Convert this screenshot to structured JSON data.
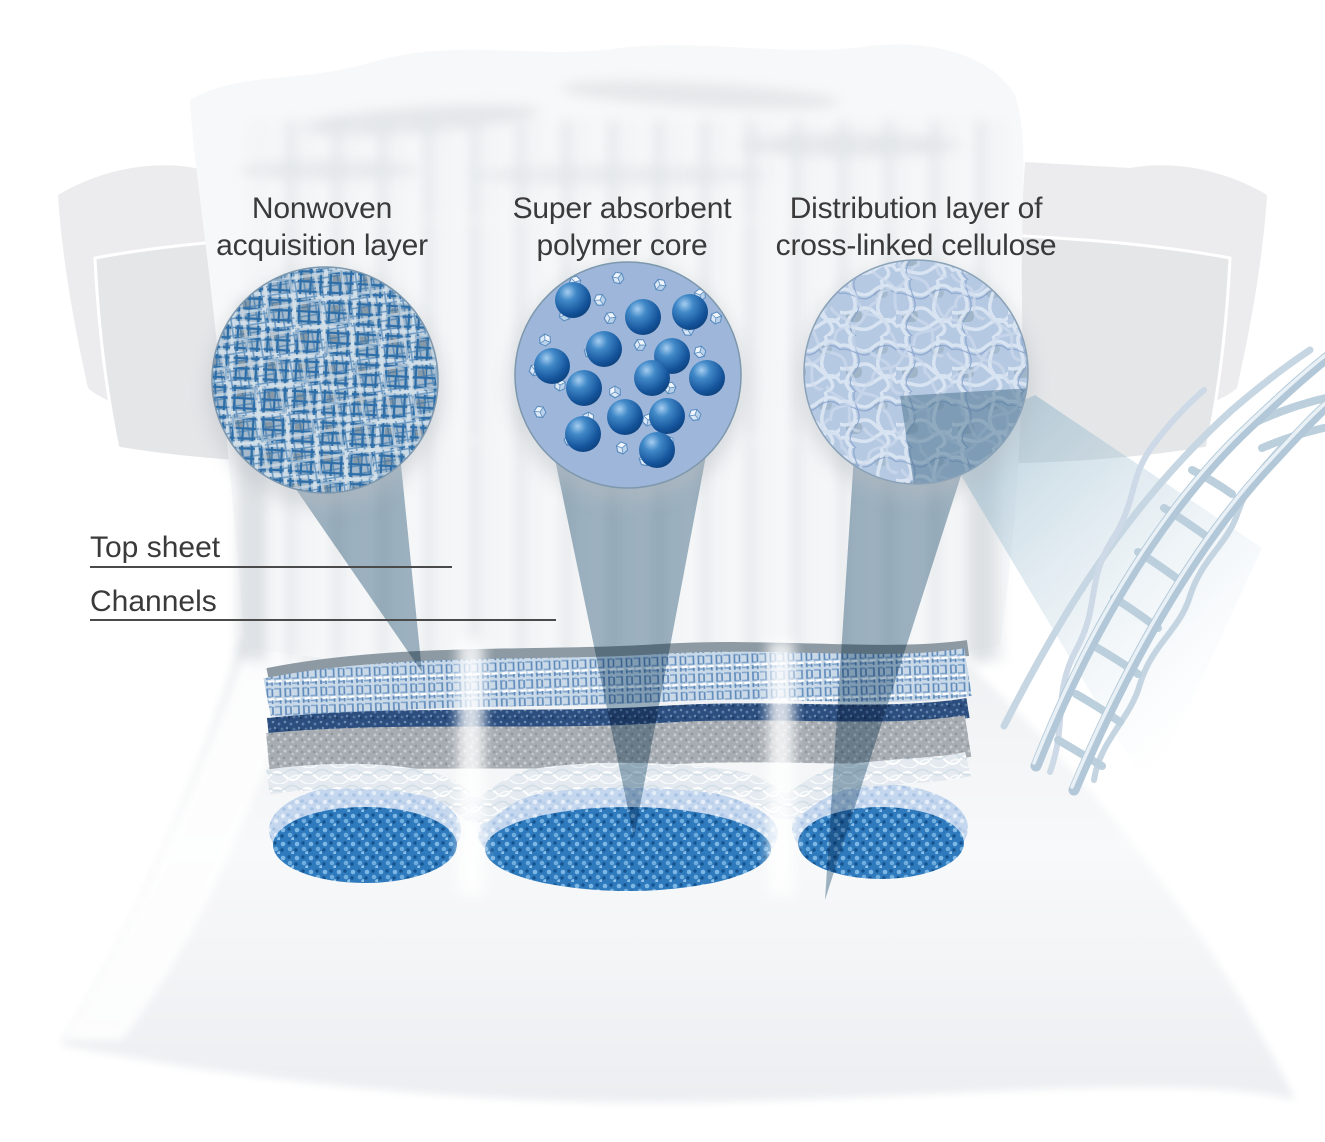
{
  "figure": {
    "type": "diaper-absorbency-diagram",
    "callouts": [
      {
        "line1": "Nonwoven",
        "line2": "acquisition layer",
        "icon": "woven-mesh-magnifier"
      },
      {
        "line1": "Super absorbent",
        "line2": "polymer core",
        "icon": "polymer-spheres-magnifier"
      },
      {
        "line1": "Distribution layer of",
        "line2": "cross-linked cellulose",
        "icon": "cellulose-fiber-magnifier"
      }
    ],
    "layer_labels": [
      {
        "label": "Top sheet"
      },
      {
        "label": "Channels"
      }
    ],
    "colors": {
      "text": "#3a3a3b",
      "rule": "#4a4a4b",
      "mesh_blue": "#2d6ea8",
      "magnifier1_fill": "#a4b9cb",
      "magnifier2_fill": "#9db6d9",
      "magnifier3_fill": "#b6c9e2",
      "sphere_blue": "#1763a8",
      "navy_band": "#2c4e7e",
      "channel_blue": "#2e7abc",
      "beam_teal": "#46708c",
      "fiber_tube": "#b2c8d8"
    }
  }
}
